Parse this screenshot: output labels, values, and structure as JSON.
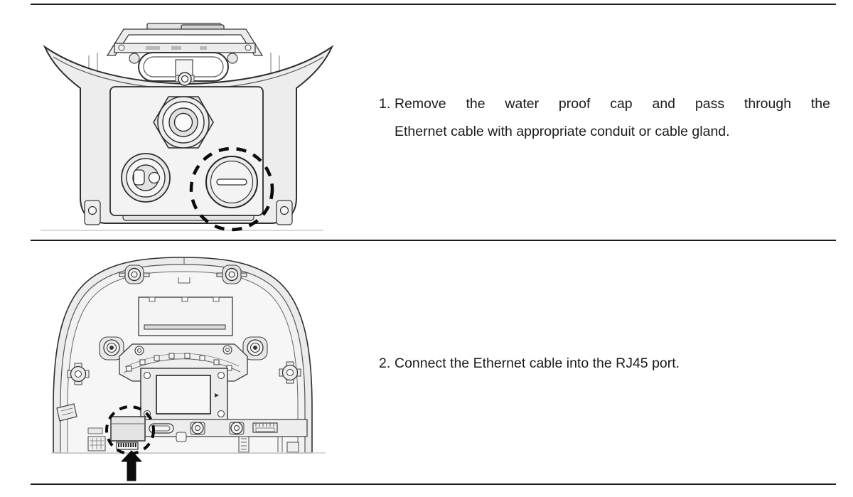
{
  "page": {
    "background": "#ffffff",
    "rule_color": "#1d1d1d",
    "text_color": "#1c1c1c",
    "highlight_color": "#0b0b0b"
  },
  "steps": [
    {
      "number": "1.",
      "lines": [
        "Remove the water proof cap and pass through the",
        "Ethernet cable with appropriate conduit or cable gland."
      ],
      "figure": {
        "name": "charging-station-bottom-exterior",
        "alt": "Bottom view of the charging station: cable gland, power inlet socket, and the waterproof cap highlighted with a dashed circle"
      }
    },
    {
      "number": "2.",
      "lines": [
        "Connect the Ethernet cable into the RJ45 port."
      ],
      "figure": {
        "name": "charging-station-bottom-interior",
        "alt": "Interior bottom view of the charging station with the RJ45 port highlighted by a dashed circle and a black up arrow"
      }
    }
  ]
}
